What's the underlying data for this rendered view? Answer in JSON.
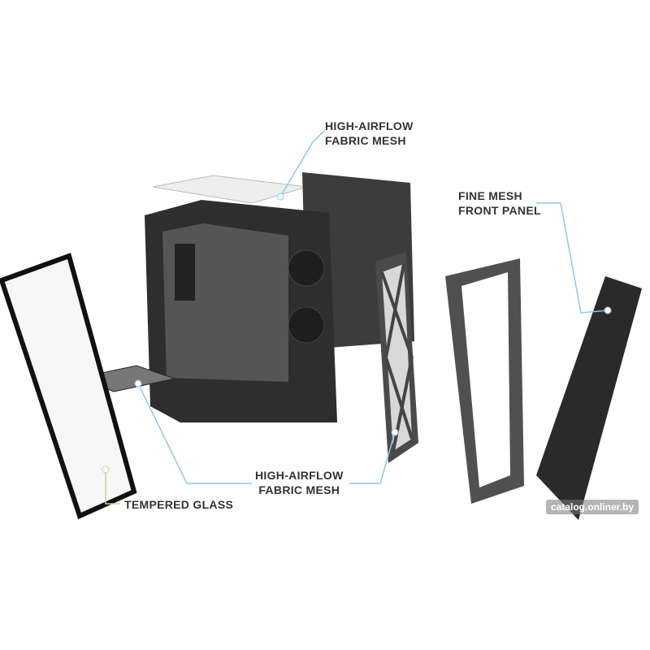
{
  "callouts": {
    "top_mesh": {
      "line1": "HIGH-AIRFLOW",
      "line2": "FABRIC MESH"
    },
    "front_panel": {
      "line1": "FINE MESH",
      "line2": "FRONT PANEL"
    },
    "bottom_mesh": {
      "line1": "HIGH-AIRFLOW",
      "line2": "FABRIC MESH"
    },
    "glass": {
      "line1": "TEMPERED GLASS"
    }
  },
  "watermark": "catalog.onliner.by",
  "colors": {
    "callout_line": "#8ec9ea",
    "glass_line": "#c5d68f",
    "panel": "#3a3a3a"
  }
}
